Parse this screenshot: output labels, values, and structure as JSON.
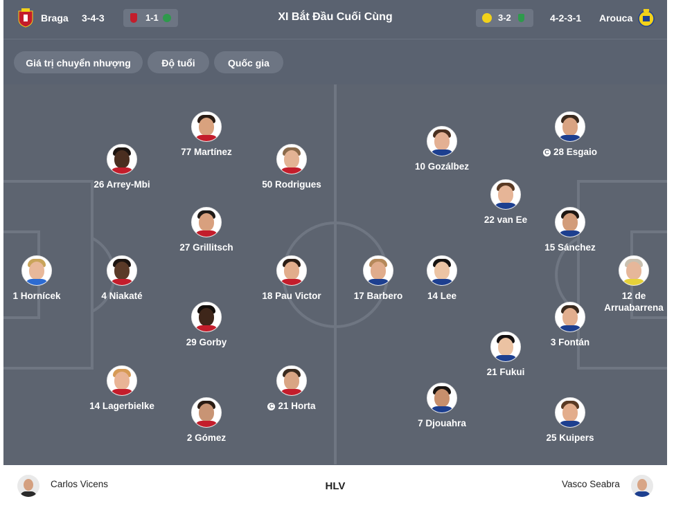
{
  "header": {
    "home_team": "Braga",
    "home_formation": "3-4-3",
    "home_last_score": "1-1",
    "title": "XI Bắt Đầu Cuối Cùng",
    "away_last_score": "3-2",
    "away_formation": "4-2-3-1",
    "away_team": "Arouca"
  },
  "filters": [
    "Giá trị chuyển nhượng",
    "Độ tuổi",
    "Quốc gia"
  ],
  "home_players": [
    {
      "label": "1 Hornícek",
      "captain": false,
      "skin": "#e8b89a",
      "hair": "#c9a45a",
      "shirt": "#2d6bd1"
    },
    {
      "label": "26 Arrey-Mbi",
      "captain": false,
      "skin": "#4a2e20",
      "hair": "#1c1410",
      "shirt": "#c31d2b"
    },
    {
      "label": "4 Niakaté",
      "captain": false,
      "skin": "#5a3a28",
      "hair": "#1c1410",
      "shirt": "#c31d2b"
    },
    {
      "label": "14 Lagerbielke",
      "captain": false,
      "skin": "#e9b496",
      "hair": "#d69a55",
      "shirt": "#c31d2b"
    },
    {
      "label": "77 Martínez",
      "captain": false,
      "skin": "#d9a27e",
      "hair": "#2a1c14",
      "shirt": "#c31d2b"
    },
    {
      "label": "27 Grillitsch",
      "captain": false,
      "skin": "#d8a07e",
      "hair": "#1f1a17",
      "shirt": "#c31d2b"
    },
    {
      "label": "29 Gorby",
      "captain": false,
      "skin": "#3e261a",
      "hair": "#120d0a",
      "shirt": "#c31d2b"
    },
    {
      "label": "2 Gómez",
      "captain": false,
      "skin": "#c89474",
      "hair": "#2a1c14",
      "shirt": "#c31d2b"
    },
    {
      "label": "50 Rodrigues",
      "captain": false,
      "skin": "#e3b394",
      "hair": "#8a6a4a",
      "shirt": "#c31d2b"
    },
    {
      "label": "18 Pau Victor",
      "captain": false,
      "skin": "#e2ad8c",
      "hair": "#2a1c14",
      "shirt": "#c31d2b"
    },
    {
      "label": "21 Horta",
      "captain": true,
      "skin": "#d9a584",
      "hair": "#3a2a1e",
      "shirt": "#c31d2b"
    }
  ],
  "away_players": [
    {
      "label": "17 Barbero",
      "captain": false,
      "skin": "#e0ac8c",
      "hair": "#b5895a",
      "shirt": "#1d3f8f"
    },
    {
      "label": "10 Gozálbez",
      "captain": false,
      "skin": "#e3b093",
      "hair": "#4a3020",
      "shirt": "#1d3f8f"
    },
    {
      "label": "14 Lee",
      "captain": false,
      "skin": "#ecc4a4",
      "hair": "#161210",
      "shirt": "#1d3f8f"
    },
    {
      "label": "7 Djouahra",
      "captain": false,
      "skin": "#c78f6c",
      "hair": "#1a1410",
      "shirt": "#1d3f8f"
    },
    {
      "label": "22 van Ee",
      "captain": false,
      "skin": "#e6b597",
      "hair": "#5a3a24",
      "shirt": "#1d3f8f"
    },
    {
      "label": "21 Fukui",
      "captain": false,
      "skin": "#ebc2a2",
      "hair": "#141010",
      "shirt": "#1d3f8f"
    },
    {
      "label": "28 Esgaio",
      "captain": true,
      "skin": "#d9a382",
      "hair": "#3a2a1e",
      "shirt": "#1d3f8f"
    },
    {
      "label": "15 Sánchez",
      "captain": false,
      "skin": "#d29c7a",
      "hair": "#1f1814",
      "shirt": "#1d3f8f"
    },
    {
      "label": "3 Fontán",
      "captain": false,
      "skin": "#e2ae8e",
      "hair": "#3a2a1e",
      "shirt": "#1d3f8f"
    },
    {
      "label": "25 Kuipers",
      "captain": false,
      "skin": "#e3ad8c",
      "hair": "#5a3a24",
      "shirt": "#1d3f8f"
    },
    {
      "label": "12 de Arruabarrena",
      "captain": false,
      "skin": "#e6b79a",
      "hair": "#c9c0b0",
      "shirt": "#e6d23a"
    }
  ],
  "footer": {
    "home_coach": "Carlos Vicens",
    "label": "HLV",
    "away_coach": "Vasco Seabra"
  },
  "colors": {
    "pitch": "#5d6470",
    "header_bg": "#5a6270",
    "chip_bg": "#6d7583",
    "pitch_lines": "#6f7682",
    "braga_red": "#c31d2b",
    "arouca_yellow": "#f2d21a"
  }
}
